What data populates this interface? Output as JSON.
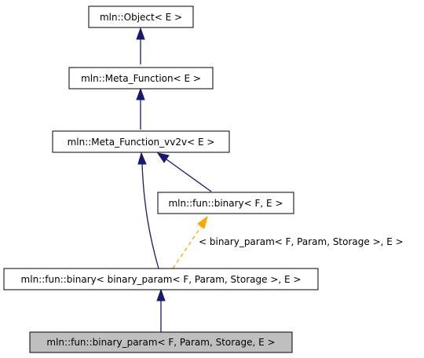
{
  "nodes": {
    "object": "mln::Object< E >",
    "meta_function": "mln::Meta_Function< E >",
    "meta_function_vv2v": "mln::Meta_Function_vv2v< E >",
    "fun_binary": "mln::fun::binary< F, E >",
    "fun_binary_param": "mln::fun::binary< binary_param< F, Param, Storage >, E >",
    "binary_param": "mln::fun::binary_param< F, Param, Storage, E >"
  },
  "edges": {
    "template_label": "< binary_param< F, Param, Storage >, E >"
  },
  "colors": {
    "inheritance_edge": "#191970",
    "template_edge": "#ffa500",
    "current_node_fill": "#bfbfbf"
  }
}
